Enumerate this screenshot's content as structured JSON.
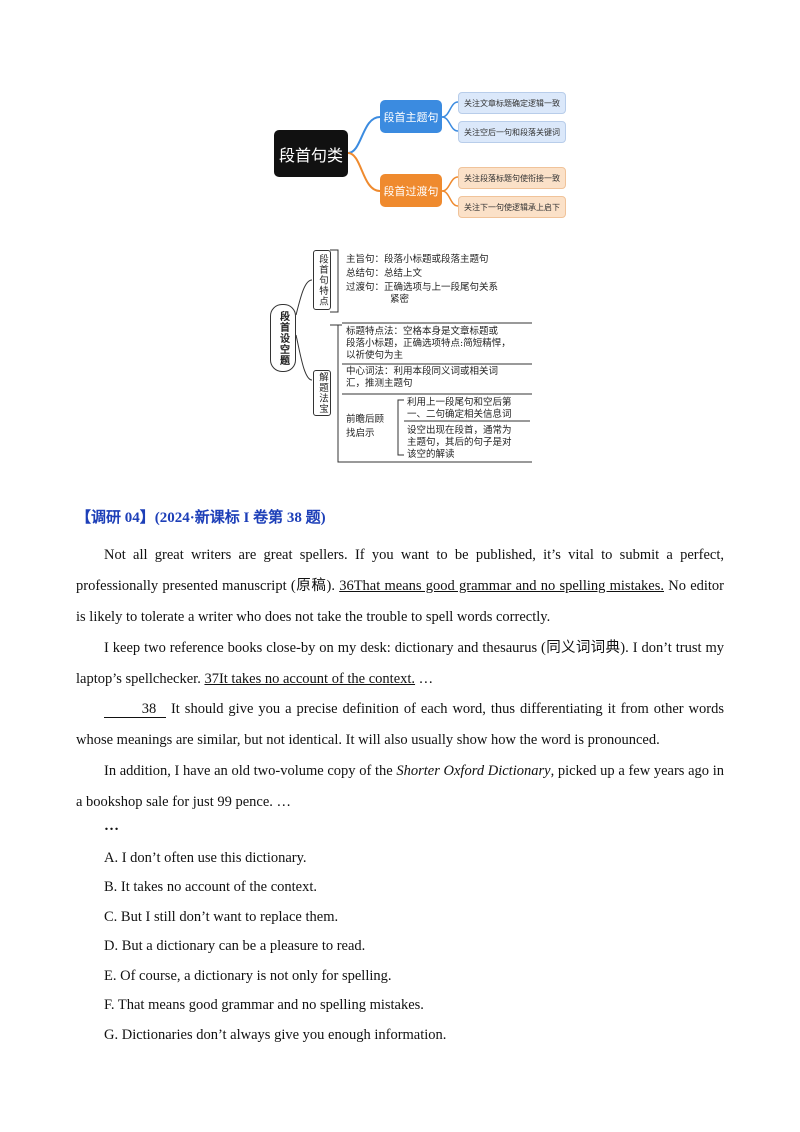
{
  "mindmap1": {
    "root": "段首句类",
    "branches": [
      {
        "label": "段首主题句",
        "color": "#3b8be0",
        "leaves": [
          "关注文章标题确定逻辑一致",
          "关注空后一句和段落关键词"
        ]
      },
      {
        "label": "段首过渡句",
        "color": "#ef8a2e",
        "leaves": [
          "关注段落标题句使衔接一致",
          "关注下一句使逻辑承上启下"
        ]
      }
    ]
  },
  "mindmap2": {
    "root": "段首设空题",
    "features": {
      "label": "段首句特点",
      "items": [
        "主旨句：段落小标题或段落主题句",
        "总结句：总结上文",
        "过渡句：正确选项与上一段尾句关系",
        "紧密"
      ]
    },
    "methods": {
      "label": "解题法宝",
      "items": [
        [
          "标题特点法：空格本身是文章标题或",
          "段落小标题，正确选项特点:简短精悍，",
          "以祈使句为主"
        ],
        [
          "中心词法：利用本段同义词或相关词",
          "汇，推测主题句"
        ]
      ],
      "subgroup": {
        "label": [
          "前瞻后顾",
          "找启示"
        ],
        "items": [
          [
            "利用上一段尾句和空后第",
            "一、二句确定相关信息词"
          ],
          [
            "设空出现在段首，通常为",
            "主题句，其后的句子是对",
            "该空的解读"
          ]
        ]
      }
    }
  },
  "heading": "【调研 04】(2024·新课标 I 卷第 38 题)",
  "paragraphs": {
    "p1_a": "Not all great writers are great spellers. If you want to be published, it’s vital to submit a perfect, professionally presented manuscript (原稿). ",
    "p1_ul": "36That means good grammar and no spelling mistakes.",
    "p1_b": " No editor is likely to tolerate a writer who does not take the trouble to spell words correctly.",
    "p2_a": "I keep two reference books close-by on my desk: dictionary and thesaurus (同义词词典). I don’t trust my laptop’s spellchecker. ",
    "p2_ul": "37It takes no account of the context.",
    "p2_b": " …",
    "p3_blank": "38",
    "p3_b": " It should give you a precise definition of each word, thus differentiating it from other words whose meanings are similar, but not identical. It will also usually show how the word is pronounced.",
    "p4_a": "In addition, I have an old two-volume copy of the ",
    "p4_i": "Shorter Oxford Dictionary",
    "p4_b": ", picked up a few years ago in a bookshop sale for just 99 pence. …",
    "ellipsis": "…"
  },
  "options": [
    "A. I don’t often use this dictionary.",
    "B. It takes no account of the context.",
    "C. But I still don’t want to replace them.",
    "D. But a dictionary can be a pleasure to read.",
    "E. Of course, a dictionary is not only for spelling.",
    "F. That means good grammar and no spelling mistakes.",
    "G. Dictionaries don’t always give you enough information."
  ]
}
